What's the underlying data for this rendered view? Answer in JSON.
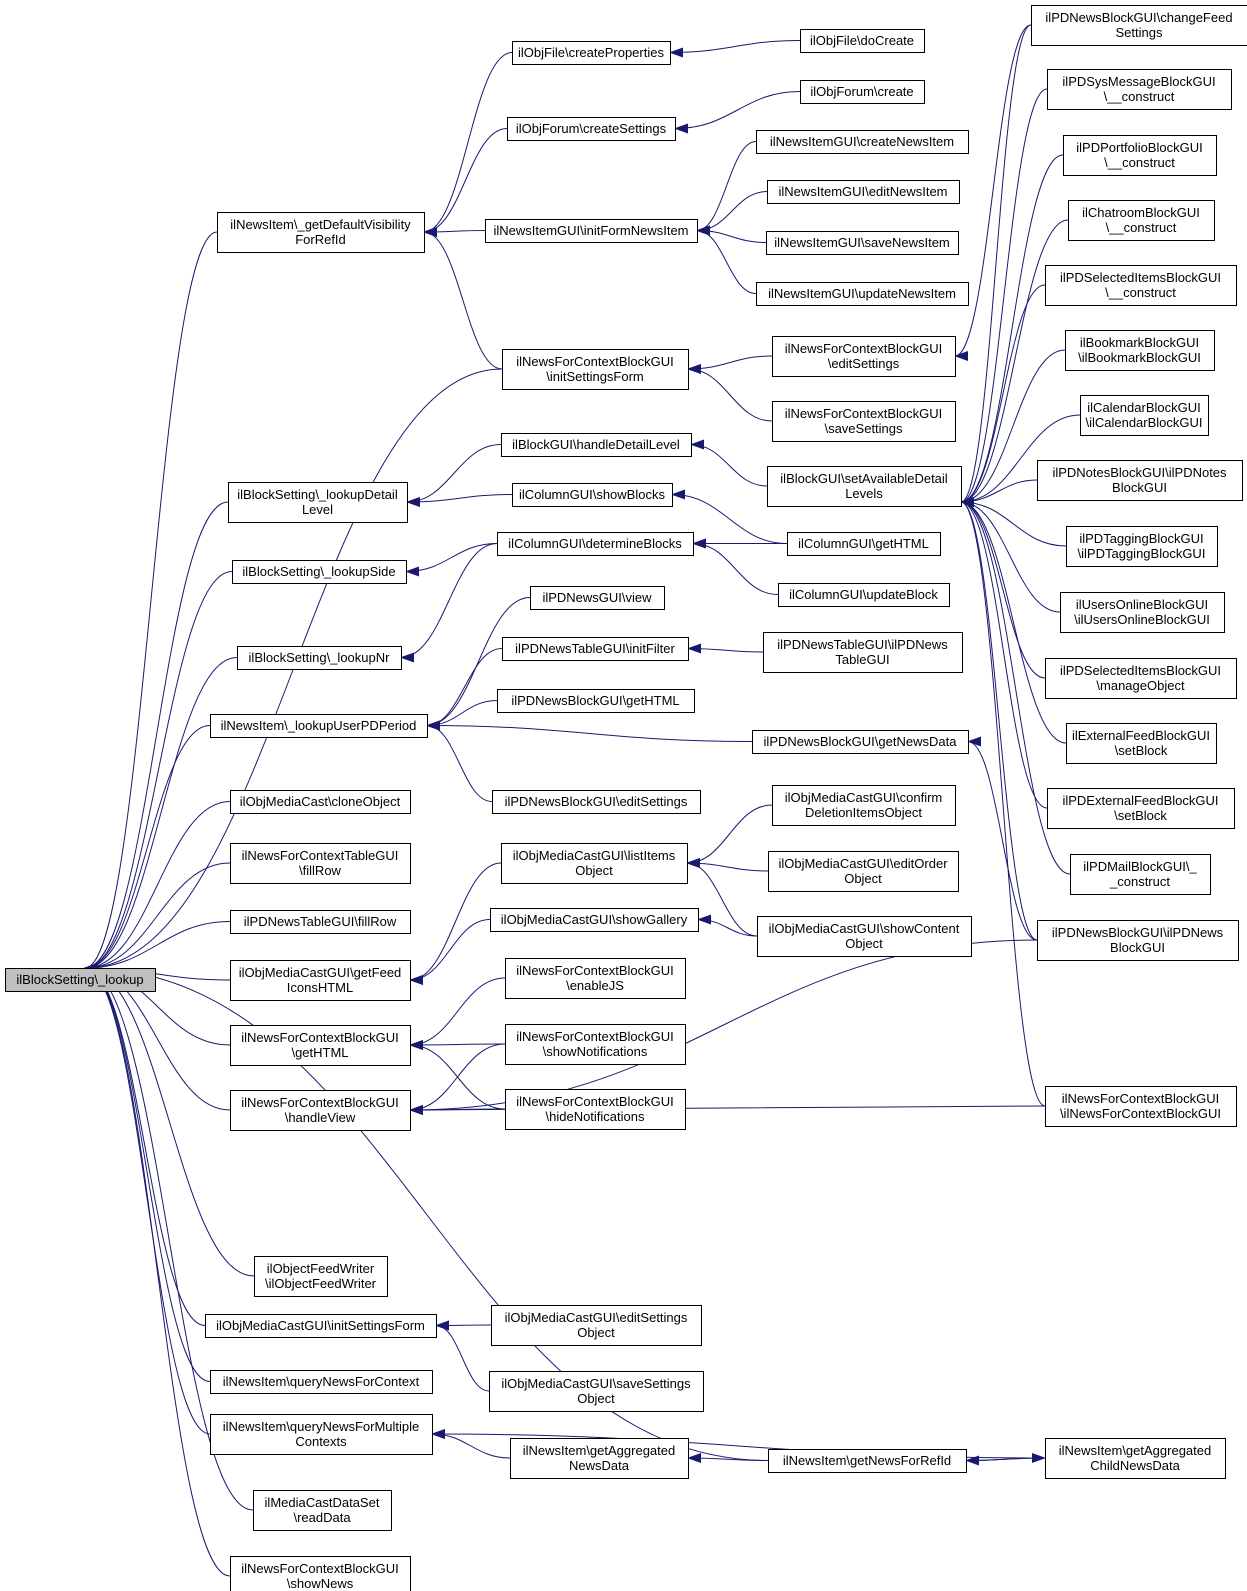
{
  "colors": {
    "edge": "#191970",
    "root_fill": "#bfbfbf",
    "node_fill": "#ffffff"
  },
  "nodes": [
    {
      "id": "root",
      "lines": [
        "ilBlockSetting\\_lookup"
      ]
    },
    {
      "id": "gdv",
      "lines": [
        "ilNewsItem\\_getDefaultVisibility",
        "ForRefId"
      ]
    },
    {
      "id": "fcp",
      "lines": [
        "ilObjFile\\createProperties"
      ]
    },
    {
      "id": "fdc",
      "lines": [
        "ilObjFile\\doCreate"
      ]
    },
    {
      "id": "focs",
      "lines": [
        "ilObjForum\\createSettings"
      ]
    },
    {
      "id": "foc",
      "lines": [
        "ilObjForum\\create"
      ]
    },
    {
      "id": "nifi",
      "lines": [
        "ilNewsItemGUI\\initFormNewsItem"
      ]
    },
    {
      "id": "nicr",
      "lines": [
        "ilNewsItemGUI\\createNewsItem"
      ]
    },
    {
      "id": "nied",
      "lines": [
        "ilNewsItemGUI\\editNewsItem"
      ]
    },
    {
      "id": "nisv",
      "lines": [
        "ilNewsItemGUI\\saveNewsItem"
      ]
    },
    {
      "id": "niup",
      "lines": [
        "ilNewsItemGUI\\updateNewsItem"
      ]
    },
    {
      "id": "nfcisf",
      "lines": [
        "ilNewsForContextBlockGUI",
        "\\initSettingsForm"
      ]
    },
    {
      "id": "nfces",
      "lines": [
        "ilNewsForContextBlockGUI",
        "\\editSettings"
      ]
    },
    {
      "id": "nfcss",
      "lines": [
        "ilNewsForContextBlockGUI",
        "\\saveSettings"
      ]
    },
    {
      "id": "bsld",
      "lines": [
        "ilBlockSetting\\_lookupDetail",
        "Level"
      ]
    },
    {
      "id": "bghd",
      "lines": [
        "ilBlockGUI\\handleDetailLevel"
      ]
    },
    {
      "id": "cgsb",
      "lines": [
        "ilColumnGUI\\showBlocks"
      ]
    },
    {
      "id": "bgsa",
      "lines": [
        "ilBlockGUI\\setAvailableDetail",
        "Levels"
      ]
    },
    {
      "id": "bsls",
      "lines": [
        "ilBlockSetting\\_lookupSide"
      ]
    },
    {
      "id": "cgdb",
      "lines": [
        "ilColumnGUI\\determineBlocks"
      ]
    },
    {
      "id": "cggh",
      "lines": [
        "ilColumnGUI\\getHTML"
      ]
    },
    {
      "id": "cgub",
      "lines": [
        "ilColumnGUI\\updateBlock"
      ]
    },
    {
      "id": "bsln",
      "lines": [
        "ilBlockSetting\\_lookupNr"
      ]
    },
    {
      "id": "pdnv",
      "lines": [
        "ilPDNewsGUI\\view"
      ]
    },
    {
      "id": "pdtif",
      "lines": [
        "ilPDNewsTableGUI\\initFilter"
      ]
    },
    {
      "id": "pdtc",
      "lines": [
        "ilPDNewsTableGUI\\ilPDNews",
        "TableGUI"
      ]
    },
    {
      "id": "pdbgh",
      "lines": [
        "ilPDNewsBlockGUI\\getHTML"
      ]
    },
    {
      "id": "niup2",
      "lines": [
        "ilNewsItem\\_lookupUserPDPeriod"
      ]
    },
    {
      "id": "pdbnd",
      "lines": [
        "ilPDNewsBlockGUI\\getNewsData"
      ]
    },
    {
      "id": "pdbes",
      "lines": [
        "ilPDNewsBlockGUI\\editSettings"
      ]
    },
    {
      "id": "omcc",
      "lines": [
        "ilObjMediaCast\\cloneObject"
      ]
    },
    {
      "id": "nfctfr",
      "lines": [
        "ilNewsForContextTableGUI",
        "\\fillRow"
      ]
    },
    {
      "id": "pdtfr",
      "lines": [
        "ilPDNewsTableGUI\\fillRow"
      ]
    },
    {
      "id": "mcgfi",
      "lines": [
        "ilObjMediaCastGUI\\getFeed",
        "IconsHTML"
      ]
    },
    {
      "id": "mcgli",
      "lines": [
        "ilObjMediaCastGUI\\listItems",
        "Object"
      ]
    },
    {
      "id": "mcgcd",
      "lines": [
        "ilObjMediaCastGUI\\confirm",
        "DeletionItemsObject"
      ]
    },
    {
      "id": "mcgeo",
      "lines": [
        "ilObjMediaCastGUI\\editOrder",
        "Object"
      ]
    },
    {
      "id": "mcgsg",
      "lines": [
        "ilObjMediaCastGUI\\showGallery"
      ]
    },
    {
      "id": "mcgsc",
      "lines": [
        "ilObjMediaCastGUI\\showContent",
        "Object"
      ]
    },
    {
      "id": "nfcgh",
      "lines": [
        "ilNewsForContextBlockGUI",
        "\\getHTML"
      ]
    },
    {
      "id": "nfcej",
      "lines": [
        "ilNewsForContextBlockGUI",
        "\\enableJS"
      ]
    },
    {
      "id": "nfcsn",
      "lines": [
        "ilNewsForContextBlockGUI",
        "\\showNotifications"
      ]
    },
    {
      "id": "nfchv",
      "lines": [
        "ilNewsForContextBlockGUI",
        "\\handleView"
      ]
    },
    {
      "id": "nfchn",
      "lines": [
        "ilNewsForContextBlockGUI",
        "\\hideNotifications"
      ]
    },
    {
      "id": "ofw",
      "lines": [
        "ilObjectFeedWriter",
        "\\ilObjectFeedWriter"
      ]
    },
    {
      "id": "mcgisf",
      "lines": [
        "ilObjMediaCastGUI\\initSettingsForm"
      ]
    },
    {
      "id": "mcges",
      "lines": [
        "ilObjMediaCastGUI\\editSettings",
        "Object"
      ]
    },
    {
      "id": "mcgss",
      "lines": [
        "ilObjMediaCastGUI\\saveSettings",
        "Object"
      ]
    },
    {
      "id": "niqc",
      "lines": [
        "ilNewsItem\\queryNewsForContext"
      ]
    },
    {
      "id": "niqm",
      "lines": [
        "ilNewsItem\\queryNewsForMultiple",
        "Contexts"
      ]
    },
    {
      "id": "niga",
      "lines": [
        "ilNewsItem\\getAggregated",
        "NewsData"
      ]
    },
    {
      "id": "nigr",
      "lines": [
        "ilNewsItem\\getNewsForRefId"
      ]
    },
    {
      "id": "nigc",
      "lines": [
        "ilNewsItem\\getAggregated",
        "ChildNewsData"
      ]
    },
    {
      "id": "mcdr",
      "lines": [
        "ilMediaCastDataSet",
        "\\readData"
      ]
    },
    {
      "id": "nfcshn",
      "lines": [
        "ilNewsForContextBlockGUI",
        "\\showNews"
      ]
    },
    {
      "id": "pdbcf",
      "lines": [
        "ilPDNewsBlockGUI\\changeFeed",
        "Settings"
      ]
    },
    {
      "id": "pdsm",
      "lines": [
        "ilPDSysMessageBlockGUI",
        "\\__construct"
      ]
    },
    {
      "id": "pdpf",
      "lines": [
        "ilPDPortfolioBlockGUI",
        "\\__construct"
      ]
    },
    {
      "id": "chbg",
      "lines": [
        "ilChatroomBlockGUI",
        "\\__construct"
      ]
    },
    {
      "id": "pdsi",
      "lines": [
        "ilPDSelectedItemsBlockGUI",
        "\\__construct"
      ]
    },
    {
      "id": "bmbg",
      "lines": [
        "ilBookmarkBlockGUI",
        "\\ilBookmarkBlockGUI"
      ]
    },
    {
      "id": "calbg",
      "lines": [
        "ilCalendarBlockGUI",
        "\\ilCalendarBlockGUI"
      ]
    },
    {
      "id": "pdnb",
      "lines": [
        "ilPDNotesBlockGUI\\ilPDNotes",
        "BlockGUI"
      ]
    },
    {
      "id": "pdtb",
      "lines": [
        "ilPDTaggingBlockGUI",
        "\\ilPDTaggingBlockGUI"
      ]
    },
    {
      "id": "uobg",
      "lines": [
        "ilUsersOnlineBlockGUI",
        "\\ilUsersOnlineBlockGUI"
      ]
    },
    {
      "id": "pdsimo",
      "lines": [
        "ilPDSelectedItemsBlockGUI",
        "\\manageObject"
      ]
    },
    {
      "id": "efsb",
      "lines": [
        "ilExternalFeedBlockGUI",
        "\\setBlock"
      ]
    },
    {
      "id": "pdefsb",
      "lines": [
        "ilPDExternalFeedBlockGUI",
        "\\setBlock"
      ]
    },
    {
      "id": "pdmb",
      "lines": [
        "ilPDMailBlockGUI\\_",
        "_construct"
      ]
    },
    {
      "id": "pdnbc",
      "lines": [
        "ilPDNewsBlockGUI\\ilPDNews",
        "BlockGUI"
      ]
    },
    {
      "id": "nfcbc",
      "lines": [
        "ilNewsForContextBlockGUI",
        "\\ilNewsForContextBlockGUI"
      ]
    }
  ]
}
